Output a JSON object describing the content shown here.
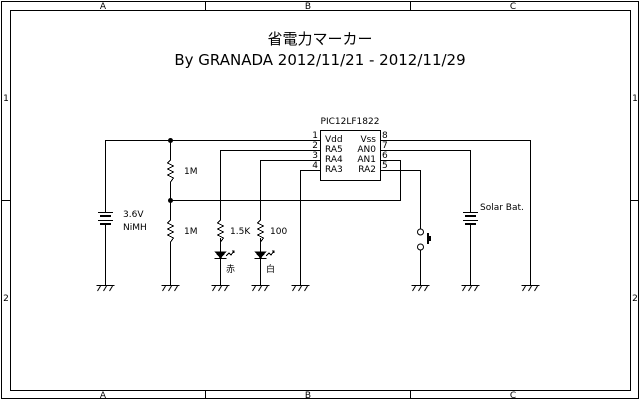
{
  "title": {
    "line1": "省電力マーカー",
    "line2": "By GRANADA 2012/11/21 - 2012/11/29"
  },
  "frame": {
    "columns": [
      "A",
      "B",
      "C"
    ],
    "rows": [
      "1",
      "2"
    ]
  },
  "ic": {
    "part": "PIC12LF1822",
    "pins_left": [
      {
        "num": "1",
        "name": "Vdd"
      },
      {
        "num": "2",
        "name": "RA5"
      },
      {
        "num": "3",
        "name": "RA4"
      },
      {
        "num": "4",
        "name": "RA3"
      }
    ],
    "pins_right": [
      {
        "num": "8",
        "name": "Vss"
      },
      {
        "num": "7",
        "name": "AN0"
      },
      {
        "num": "6",
        "name": "AN1"
      },
      {
        "num": "5",
        "name": "RA2"
      }
    ]
  },
  "components": {
    "battery": {
      "label1": "3.6V",
      "label2": "NiMH"
    },
    "r_top": {
      "value": "1M"
    },
    "r_bottom": {
      "value": "1M"
    },
    "r_red": {
      "value": "1.5K"
    },
    "r_white": {
      "value": "100"
    },
    "led_red": {
      "label": "赤"
    },
    "led_white": {
      "label": "白"
    },
    "solar": {
      "label": "Solar Bat."
    }
  }
}
